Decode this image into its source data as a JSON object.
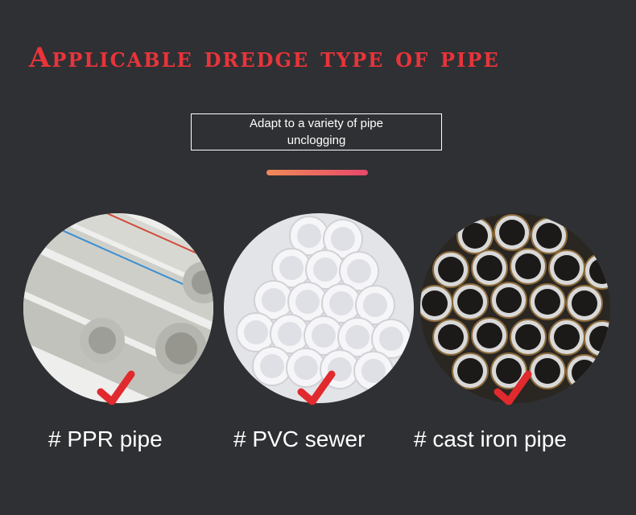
{
  "header": {
    "title": "Applicable dredge type of pipe",
    "subtitle": "Adapt to a variety of pipe unclogging"
  },
  "products": [
    {
      "caption": "# PPR pipe",
      "icon": "ppr-pipe-image"
    },
    {
      "caption": "# PVC sewer",
      "icon": "pvc-sewer-image"
    },
    {
      "caption": "# cast iron pipe",
      "icon": "cast-iron-pipe-image"
    }
  ],
  "colors": {
    "background": "#2f3033",
    "title": "#e8343a",
    "checkmark": "#e02a2e",
    "accent_start": "#f08a58",
    "accent_end": "#e7486a"
  }
}
